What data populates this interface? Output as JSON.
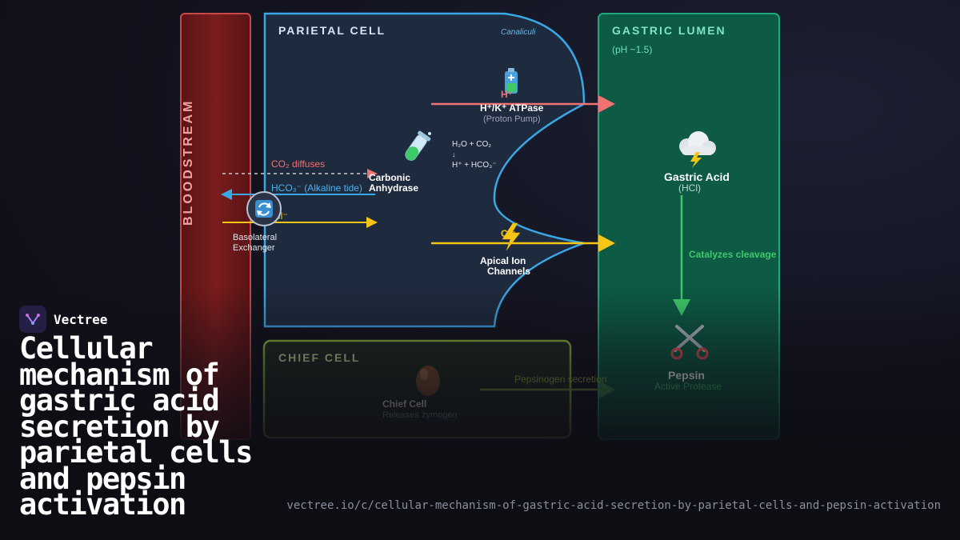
{
  "bloodstream": {
    "label": "BLOODSTREAM"
  },
  "parietal": {
    "title": "PARIETAL CELL",
    "canaliculi": "Canaliculi",
    "co2_label": "CO₂ diffuses",
    "hco3_label": "HCO₃⁻ (Alkaline tide)",
    "cl_in_label": "Cl⁻",
    "exchanger": {
      "line1": "Basolateral",
      "line2": "Exchanger",
      "icon": "exchange-cycle-icon"
    },
    "carbonic_anhydrase": {
      "line1": "Carbonic",
      "line2": "Anhydrase",
      "icon": "test-tube-icon"
    },
    "reaction": {
      "line1": "H₂O + CO₂",
      "arrow": "↓",
      "line2": "H⁺ + HCO₃⁻"
    },
    "pump": {
      "ion": "H⁺",
      "name": "H⁺/K⁺ ATPase",
      "sub": "(Proton Pump)",
      "icon": "battery-icon"
    },
    "channels": {
      "ion": "Cl⁻",
      "line1": "Apical Ion",
      "line2": "Channels",
      "icon": "lightning-icon"
    }
  },
  "lumen": {
    "title": "GASTRIC LUMEN",
    "ph": "(pH ~1.5)",
    "acid": {
      "name": "Gastric Acid",
      "sub": "(HCl)",
      "icon": "storm-cloud-icon"
    },
    "catalyzes": "Catalyzes cleavage",
    "pepsin": {
      "name": "Pepsin",
      "sub": "Active Protease",
      "icon": "scissors-icon"
    }
  },
  "chief": {
    "title": "CHIEF CELL",
    "name": "Chief Cell",
    "sub": "Releases zymogen",
    "secretion": "Pepsinogen secretion",
    "icon": "egg-icon"
  },
  "brand": {
    "name": "Vectree"
  },
  "headline": "Cellular mechanism of gastric acid secretion by parietal cells and pepsin activation",
  "url": "vectree.io/c/cellular-mechanism-of-gastric-acid-secretion-by-parietal-cells-and-pepsin-activation",
  "colors": {
    "blood": "#7a1c1c",
    "parietal_border": "#3aa7e6",
    "lumen": "#0d5a45",
    "chief_border": "#8db33a",
    "h_arrow": "#f07272",
    "cl_arrow": "#f5c518",
    "hco3_arrow": "#3aa7e6",
    "pepsin_arrow": "#3fca6a"
  }
}
